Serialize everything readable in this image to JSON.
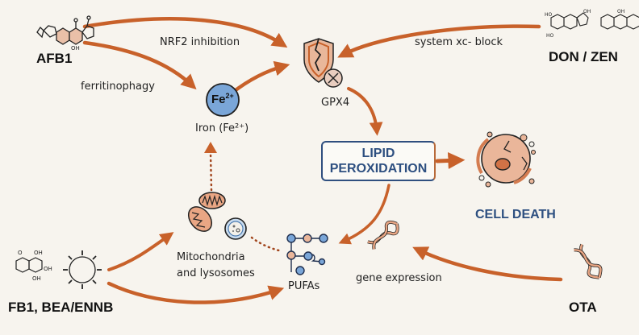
{
  "colors": {
    "arrow": "#c8612a",
    "blue_text": "#2d4f80",
    "background": "#f7f4ee",
    "iron_fill": "#7aa6d8"
  },
  "toxins": {
    "afb1": "AFB1",
    "don_zen": "DON / ZEN",
    "fb1_bea_ennb": "FB1, BEA/ENNB",
    "ota": "OTA"
  },
  "edges": {
    "nrf2": "NRF2 inhibition",
    "ferritinophagy": "ferritinophagy",
    "system_xc": "system xc- block",
    "gene_expression": "gene expression"
  },
  "nodes": {
    "iron_symbol": "Fe",
    "iron_charge": "2+",
    "iron_label": "Iron (Fe²⁺)",
    "gpx4": "GPX4",
    "lipid_line1": "LIPID",
    "lipid_line2": "PEROXIDATION",
    "cell_death": "CELL DEATH",
    "mito_line1": "Mitochondria",
    "mito_line2": "and lysosomes",
    "pufas": "PUFAs"
  },
  "icons": [
    "afb1-structure-icon",
    "don-zen-structure-icon",
    "fb1-structure-icon",
    "bea-ring-icon",
    "broken-shield-icon",
    "x-circle-icon",
    "iron-ion-icon",
    "cell-death-icon",
    "mitochondria-icon",
    "lysosome-icon",
    "pufa-molecule-icon",
    "dna-icon"
  ]
}
